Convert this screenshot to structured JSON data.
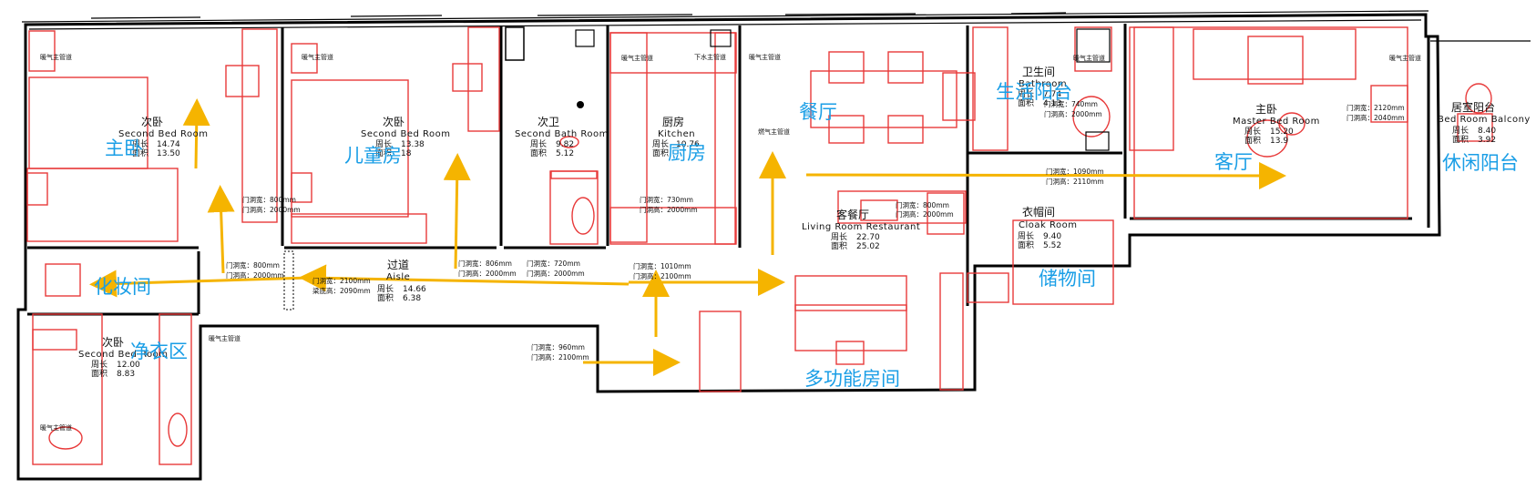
{
  "colors": {
    "wall": "#000000",
    "furniture": "#e83a3a",
    "arrow": "#f5b400",
    "zone_label": "#1a9ee6"
  },
  "rooms": [
    {
      "cn": "次卧",
      "en": "Second Bed Room",
      "perimeter_label": "周长",
      "perimeter": "14.74",
      "area_label": "面积",
      "area": "13.50"
    },
    {
      "cn": "次卧",
      "en": "Second Bed Room",
      "perimeter_label": "周长",
      "perimeter": "13.38",
      "area_label": "面积",
      "area": "18"
    },
    {
      "cn": "次卫",
      "en": "Second Bath Room",
      "perimeter_label": "周长",
      "perimeter": "9.82",
      "area_label": "面积",
      "area": "5.12"
    },
    {
      "cn": "厨房",
      "en": "Kitchen",
      "perimeter_label": "周长",
      "perimeter": "10.76",
      "area_label": "面积",
      "area": ""
    },
    {
      "cn": "过道",
      "en": "Aisle",
      "perimeter_label": "周长",
      "perimeter": "14.66",
      "area_label": "面积",
      "area": "6.38"
    },
    {
      "cn": "客餐厅",
      "en": "Living Room Restaurant",
      "perimeter_label": "周长",
      "perimeter": "22.70",
      "area_label": "面积",
      "area": "25.02"
    },
    {
      "cn": "卫生间",
      "en": "Bathroom",
      "perimeter_label": "周长",
      "perimeter": "7.74",
      "area_label": "面积",
      "area": "4.13"
    },
    {
      "cn": "衣帽间",
      "en": "Cloak Room",
      "perimeter_label": "周长",
      "perimeter": "9.40",
      "area_label": "面积",
      "area": "5.52"
    },
    {
      "cn": "主卧",
      "en": "Master Bed Room",
      "perimeter_label": "周长",
      "perimeter": "15.20",
      "area_label": "面积",
      "area": "13.9"
    },
    {
      "cn": "居室阳台",
      "en": "Bed Room Balcony",
      "perimeter_label": "周长",
      "perimeter": "8.40",
      "area_label": "面积",
      "area": "3.92"
    },
    {
      "cn": "次卧",
      "en": "Second Bed Room",
      "perimeter_label": "周长",
      "perimeter": "12.00",
      "area_label": "面积",
      "area": "8.83"
    }
  ],
  "zone_labels": [
    "主卧",
    "儿童房",
    "厨房",
    "餐厅",
    "生活阳台",
    "客厅",
    "休闲阳台",
    "化妆间",
    "净衣区",
    "储物间",
    "多功能房间"
  ],
  "door_notes": [
    [
      "门洞宽：800mm",
      "门洞高：2000mm"
    ],
    [
      "门洞宽：800mm",
      "门洞高：2000mm"
    ],
    [
      "门洞宽：806mm",
      "门洞高：2000mm"
    ],
    [
      "门洞宽：720mm",
      "门洞高：2000mm"
    ],
    [
      "门洞宽：1010mm",
      "门洞高：2100mm"
    ],
    [
      "门洞宽：730mm",
      "门洞高：2000mm"
    ],
    [
      "门洞宽：800mm",
      "门洞高：2000mm"
    ],
    [
      "门洞宽：960mm",
      "门洞高：2100mm"
    ],
    [
      "门洞宽：1090mm",
      "门洞高：2110mm"
    ],
    [
      "门洞宽：740mm",
      "门洞高：2000mm"
    ],
    [
      "门洞宽：2120mm",
      "门洞高：2040mm"
    ],
    [
      "门洞宽：2100mm",
      "梁底高：2090mm"
    ]
  ],
  "flue_notes": [
    "暖气主管道",
    "暖气主管道",
    "暖气主管道",
    "下水主管道",
    "暖气主管道",
    "燃气主管道",
    "暖气主管道",
    "暖气主管道",
    "暖气主管道",
    "暖气主管道"
  ]
}
